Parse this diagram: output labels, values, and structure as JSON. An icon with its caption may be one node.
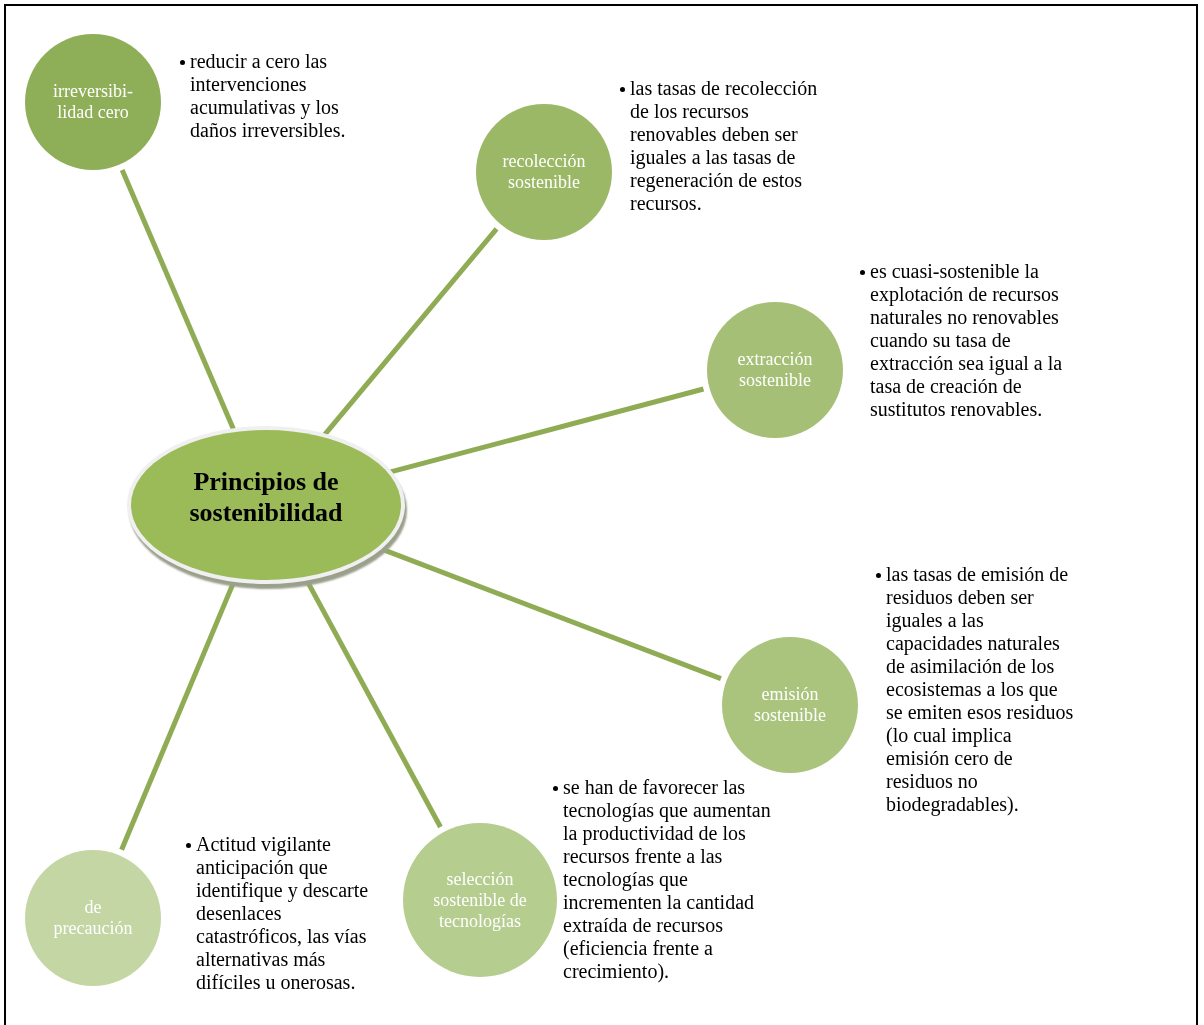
{
  "diagram": {
    "nodes": [
      {
        "text": [
          "Principios de sostenibilidad"
        ]
      },
      {
        "text": [
          "irreversibi- lidad cero"
        ],
        "beside": [
          "reducir a cero las intervenciones acumulativas y los daños irreversibles."
        ]
      },
      {
        "text": [
          "recolección sostenible"
        ],
        "beside": [
          "las tasas de recolección de los recursos renovables deben ser iguales a las tasas de regeneración de estos recursos."
        ]
      },
      {
        "text": [
          "extracción sostenible"
        ],
        "beside": [
          "es cuasi-sostenible la explotación de recursos naturales no renovables cuando su tasa de extracción sea igual a la tasa de creación de sustitutos renovables."
        ]
      },
      {
        "text": [
          "emisión sostenible"
        ],
        "beside": [
          "las tasas de emisión de residuos deben ser iguales a las capacidades naturales de asimilación de los ecosistemas a los que se emiten esos residuos (lo cual implica emisión cero de residuos no biodegradables)."
        ]
      },
      {
        "text": [
          "selección sostenible de tecnologías"
        ],
        "beside": [
          "se han de favorecer las tecnologías que aumentan la productividad de los recursos frente a las tecnologías que incrementen la cantidad extraída de recursos (eficiencia frente a crecimiento)."
        ]
      },
      {
        "text": [
          "de precaución"
        ],
        "beside": [
          "Actitud vigilante anticipación que identifique y descarte desenlaces catastróficos, las vías alternativas más difíciles u onerosas."
        ]
      }
    ],
    "edges": [
      {
        "from": 0,
        "to": 1,
        "arrow": "none"
      },
      {
        "from": 0,
        "to": 2,
        "arrow": "none"
      },
      {
        "from": 0,
        "to": 3,
        "arrow": "none"
      },
      {
        "from": 0,
        "to": 4,
        "arrow": "none"
      },
      {
        "from": 0,
        "to": 5,
        "arrow": "none"
      },
      {
        "from": 0,
        "to": 6,
        "arrow": "none"
      }
    ]
  }
}
